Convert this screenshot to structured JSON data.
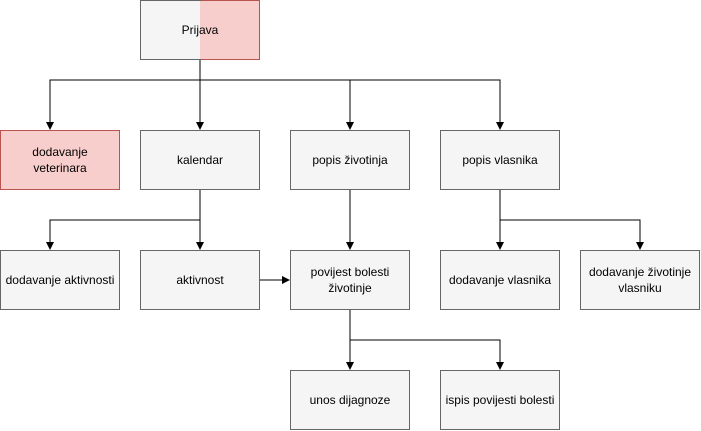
{
  "colors": {
    "node_fill": "#f5f5f5",
    "node_border": "#666666",
    "highlight_fill": "#f8cecc",
    "highlight_border": "#b85450",
    "edge": "#000000"
  },
  "nodes": {
    "prijava": {
      "label": "Prijava",
      "style": "split"
    },
    "dodavanje_veterinara": {
      "label": "dodavanje veterinara",
      "style": "highlight"
    },
    "kalendar": {
      "label": "kalendar",
      "style": "default"
    },
    "popis_zivotinja": {
      "label": "popis životinja",
      "style": "default"
    },
    "popis_vlasnika": {
      "label": "popis vlasnika",
      "style": "default"
    },
    "dodavanje_aktivnosti": {
      "label": "dodavanje aktivnosti",
      "style": "default"
    },
    "aktivnost": {
      "label": "aktivnost",
      "style": "default"
    },
    "povijest_bolesti": {
      "label": "povijest bolesti\nživotinje",
      "style": "default"
    },
    "dodavanje_vlasnika": {
      "label": "dodavanje vlasnika",
      "style": "default"
    },
    "dodavanje_zivotinje_vlasniku": {
      "label": "dodavanje životinje\nvlasniku",
      "style": "default"
    },
    "unos_dijagnoze": {
      "label": "unos dijagnoze",
      "style": "default"
    },
    "ispis_povijesti_bolesti": {
      "label": "ispis povijesti bolesti",
      "style": "default"
    }
  },
  "edges": [
    {
      "from": "prijava",
      "to": "dodavanje_veterinara"
    },
    {
      "from": "prijava",
      "to": "kalendar"
    },
    {
      "from": "prijava",
      "to": "popis_zivotinja"
    },
    {
      "from": "prijava",
      "to": "popis_vlasnika"
    },
    {
      "from": "kalendar",
      "to": "dodavanje_aktivnosti"
    },
    {
      "from": "kalendar",
      "to": "aktivnost"
    },
    {
      "from": "aktivnost",
      "to": "povijest_bolesti"
    },
    {
      "from": "popis_zivotinja",
      "to": "povijest_bolesti"
    },
    {
      "from": "popis_vlasnika",
      "to": "dodavanje_vlasnika"
    },
    {
      "from": "popis_vlasnika",
      "to": "dodavanje_zivotinje_vlasniku"
    },
    {
      "from": "povijest_bolesti",
      "to": "unos_dijagnoze"
    },
    {
      "from": "povijest_bolesti",
      "to": "ispis_povijesti_bolesti"
    }
  ]
}
